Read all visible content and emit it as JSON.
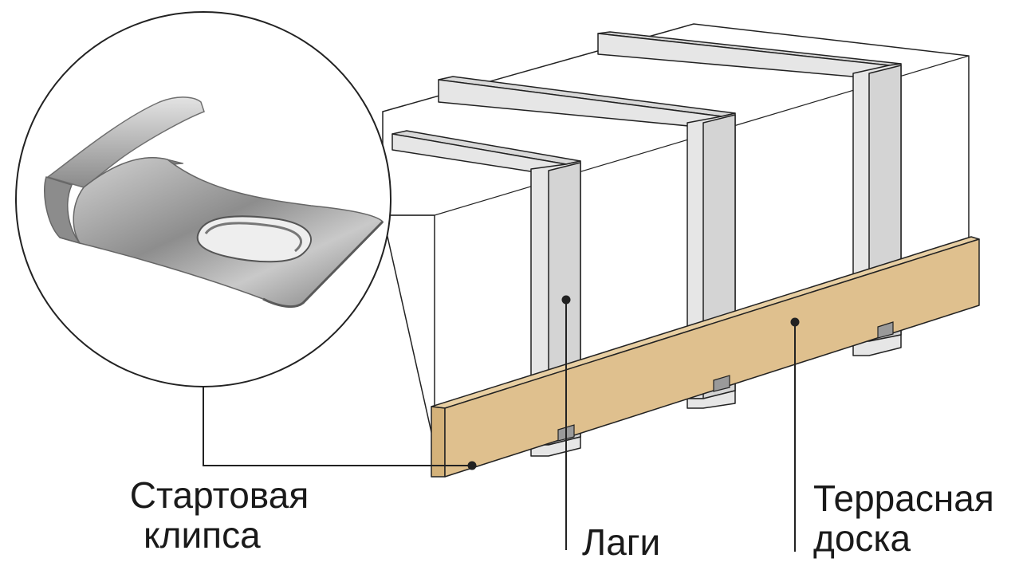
{
  "labels": {
    "start_clip_line1": "Стартовая",
    "start_clip_line2": "клипса",
    "joists": "Лаги",
    "deck_board_line1": "Террасная",
    "deck_board_line2": "доска"
  },
  "colors": {
    "deck_board": "#dfc08e",
    "deck_board_edge": "#c9a66b",
    "joist_face": "#e6e6e6",
    "joist_top": "#d9d9d9",
    "outline": "#222222",
    "clip_metal": "#9a9a9a"
  },
  "icons": [
    "start-clip-photo",
    "leader-dot"
  ]
}
